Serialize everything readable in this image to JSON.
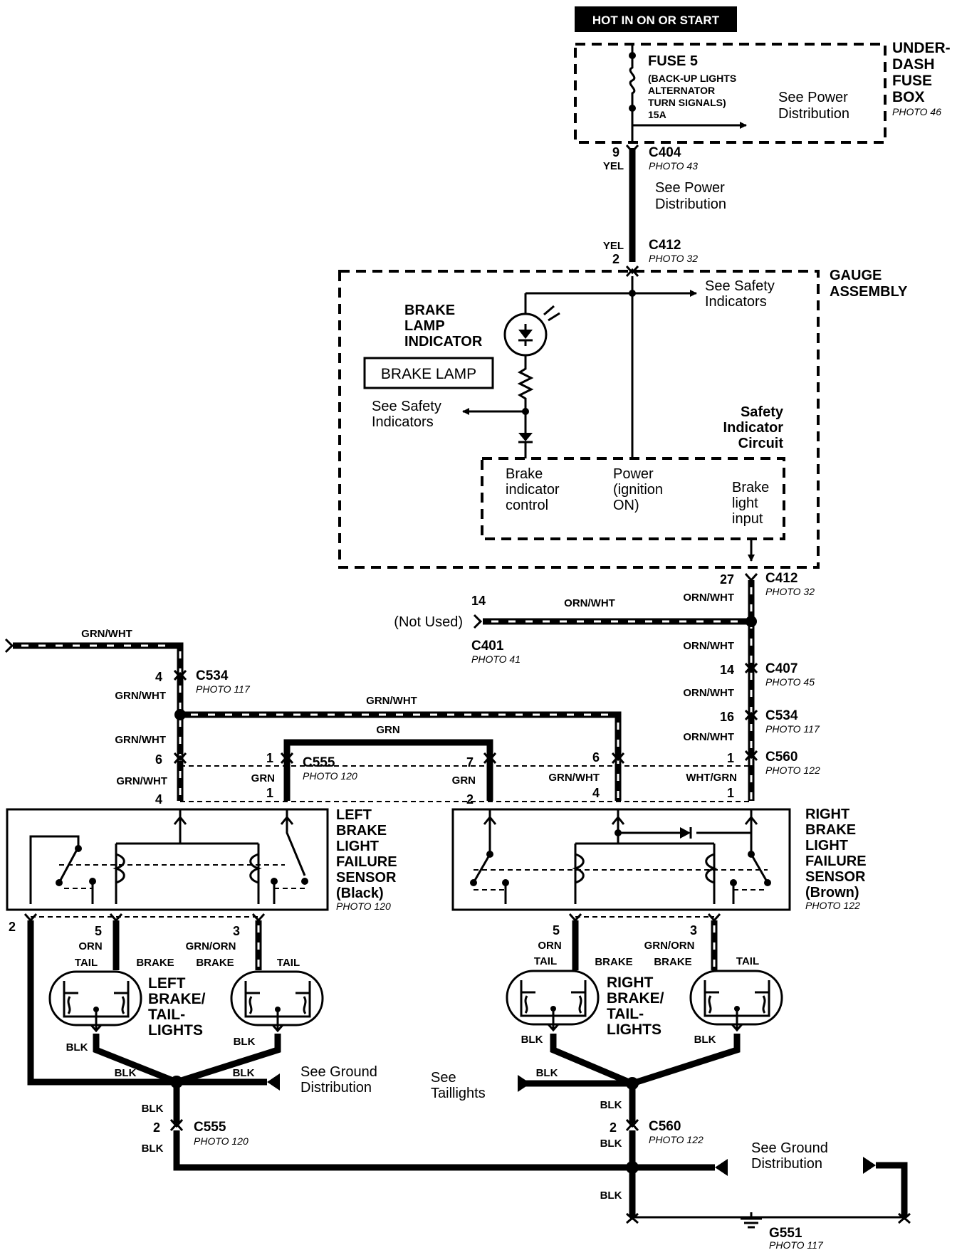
{
  "power_source": "HOT IN ON OR START",
  "fuse_box": {
    "title_lines": [
      "UNDER-",
      "DASH",
      "FUSE",
      "BOX"
    ],
    "photo": "PHOTO 46",
    "fuse_name": "FUSE 5",
    "fuse_desc": [
      "(BACK-UP LIGHTS",
      "ALTERNATOR",
      "TURN SIGNALS)",
      "15A"
    ],
    "see_power": [
      "See Power",
      "Distribution"
    ]
  },
  "connectors": {
    "c404": {
      "name": "C404",
      "photo": "PHOTO 43",
      "pin": "9",
      "wire": "YEL"
    },
    "c412_top": {
      "name": "C412",
      "photo": "PHOTO 32",
      "pin": "2",
      "wire": "YEL"
    },
    "c412_bottom": {
      "name": "C412",
      "photo": "PHOTO 32",
      "pin": "27",
      "wire": "ORN/WHT"
    },
    "c401": {
      "name": "C401",
      "photo": "PHOTO 41",
      "pin": "14",
      "note": "(Not Used)",
      "wire": "ORN/WHT"
    },
    "c407": {
      "name": "C407",
      "photo": "PHOTO 45",
      "pin": "14"
    },
    "c534_left": {
      "name": "C534",
      "photo": "PHOTO 117",
      "pin": "4"
    },
    "c534_right": {
      "name": "C534",
      "photo": "PHOTO 117",
      "pin": "16"
    },
    "c555": {
      "name": "C555",
      "photo": "PHOTO 120"
    },
    "c560": {
      "name": "C560",
      "photo": "PHOTO 122"
    },
    "c555_bottom": {
      "name": "C555",
      "photo": "PHOTO 120",
      "pin": "2"
    },
    "c560_bottom": {
      "name": "C560",
      "photo": "PHOTO 122",
      "pin": "2"
    },
    "g551": {
      "name": "G551",
      "photo": "PHOTO 117"
    }
  },
  "see_power_mid": [
    "See Power",
    "Distribution"
  ],
  "gauge_assembly": {
    "title_lines": [
      "GAUGE",
      "ASSEMBLY"
    ],
    "see_safety_right": [
      "See Safety",
      "Indicators"
    ],
    "see_safety_left": [
      "See Safety",
      "Indicators"
    ],
    "brake_lamp_indicator": [
      "BRAKE",
      "LAMP",
      "INDICATOR"
    ],
    "brake_lamp_label": "BRAKE LAMP",
    "safety_circuit": [
      "Safety",
      "Indicator",
      "Circuit"
    ],
    "brake_indicator_control": [
      "Brake",
      "indicator",
      "control"
    ],
    "power_ignition": [
      "Power",
      "(ignition",
      "ON)"
    ],
    "brake_light_input": [
      "Brake",
      "light",
      "input"
    ]
  },
  "wires": {
    "grn_wht": "GRN/WHT",
    "orn_wht": "ORN/WHT",
    "grn": "GRN",
    "wht_grn": "WHT/GRN",
    "blk": "BLK",
    "orn": "ORN",
    "grn_orn": "GRN/ORN"
  },
  "pins": {
    "p6": "6",
    "p1": "1",
    "p7": "7",
    "p4": "4",
    "p2": "2",
    "p5": "5",
    "p3": "3"
  },
  "left_sensor": {
    "title_lines": [
      "LEFT",
      "BRAKE",
      "LIGHT",
      "FAILURE",
      "SENSOR",
      "(Black)"
    ],
    "photo": "PHOTO 120"
  },
  "right_sensor": {
    "title_lines": [
      "RIGHT",
      "BRAKE",
      "LIGHT",
      "FAILURE",
      "SENSOR",
      "(Brown)"
    ],
    "photo": "PHOTO 122"
  },
  "left_lights": [
    "LEFT",
    "BRAKE/",
    "TAIL-",
    "LIGHTS"
  ],
  "right_lights": [
    "RIGHT",
    "BRAKE/",
    "TAIL-",
    "LIGHTS"
  ],
  "tail": "TAIL",
  "brake": "BRAKE",
  "see_ground_left": [
    "See Ground",
    "Distribution"
  ],
  "see_ground_right": [
    "See Ground",
    "Distribution"
  ],
  "see_taillights": [
    "See",
    "Taillights"
  ]
}
